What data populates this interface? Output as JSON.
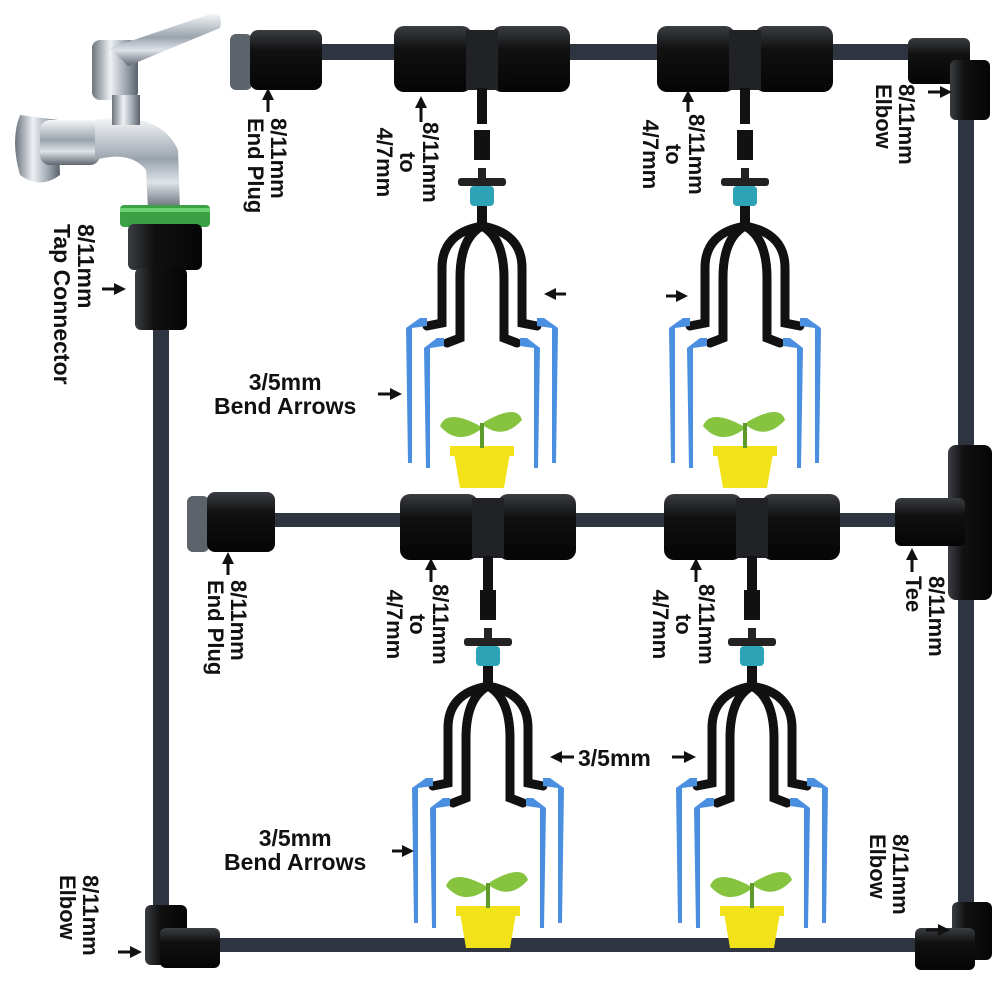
{
  "colors": {
    "pipe": "#2e3440",
    "fitting": "#1a1a1a",
    "emitter_blue": "#4a8fe0",
    "pot_yellow": "#f2e21a",
    "leaf_green": "#86c440",
    "teal": "#2ea3b5",
    "tap_green": "#3aa245",
    "arrow": "#111111"
  },
  "labels": {
    "tap_connector": [
      "8/11mm",
      "Tap Connector"
    ],
    "end_plug_top": [
      "8/11mm",
      "End Plug"
    ],
    "end_plug_bottom": [
      "8/11mm",
      "End Plug"
    ],
    "reducer_1": [
      "8/11mm",
      "to",
      "4/7mm"
    ],
    "reducer_2": [
      "8/11mm",
      "to",
      "4/7mm"
    ],
    "reducer_3": [
      "8/11mm",
      "to",
      "4/7mm"
    ],
    "reducer_4": [
      "8/11mm",
      "to",
      "4/7mm"
    ],
    "elbow_top_right": [
      "8/11mm",
      "Elbow"
    ],
    "elbow_bottom_left": [
      "8/11mm",
      "Elbow"
    ],
    "elbow_bottom_right": [
      "8/11mm",
      "Elbow"
    ],
    "tee": [
      "8/11mm",
      "Tee"
    ],
    "bend_arrows_top": [
      "3/5mm",
      "Bend Arrows"
    ],
    "bend_arrows_bottom": [
      "3/5mm",
      "Bend Arrows"
    ],
    "tube_size": "3/5mm"
  },
  "icons": [
    "faucet-icon",
    "pointer-arrow-icon",
    "potted-seedling-icon",
    "bend-arrow-dripper-icon"
  ]
}
